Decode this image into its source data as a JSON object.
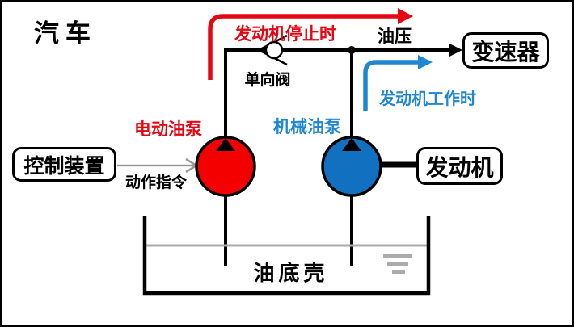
{
  "title": "汽车",
  "labels": {
    "engine_stopped": "发动机停止时",
    "oil_pressure": "油压",
    "check_valve": "单向阀",
    "engine_running": "发动机工作时",
    "electric_pump": "电动油泵",
    "mechanical_pump": "机械油泵",
    "action_command": "动作指令",
    "oil_pan": "油底壳"
  },
  "boxes": {
    "control_unit": "控制装置",
    "transmission": "变速器",
    "engine": "发动机"
  },
  "colors": {
    "red_accent": "#e30613",
    "red_pump_fill": "#f40000",
    "blue_accent": "#1e87cf",
    "blue_pump_fill": "#1170bf",
    "gray_arrow": "#999999",
    "oil_level_gray": "#ababab",
    "line_black": "#000000"
  }
}
